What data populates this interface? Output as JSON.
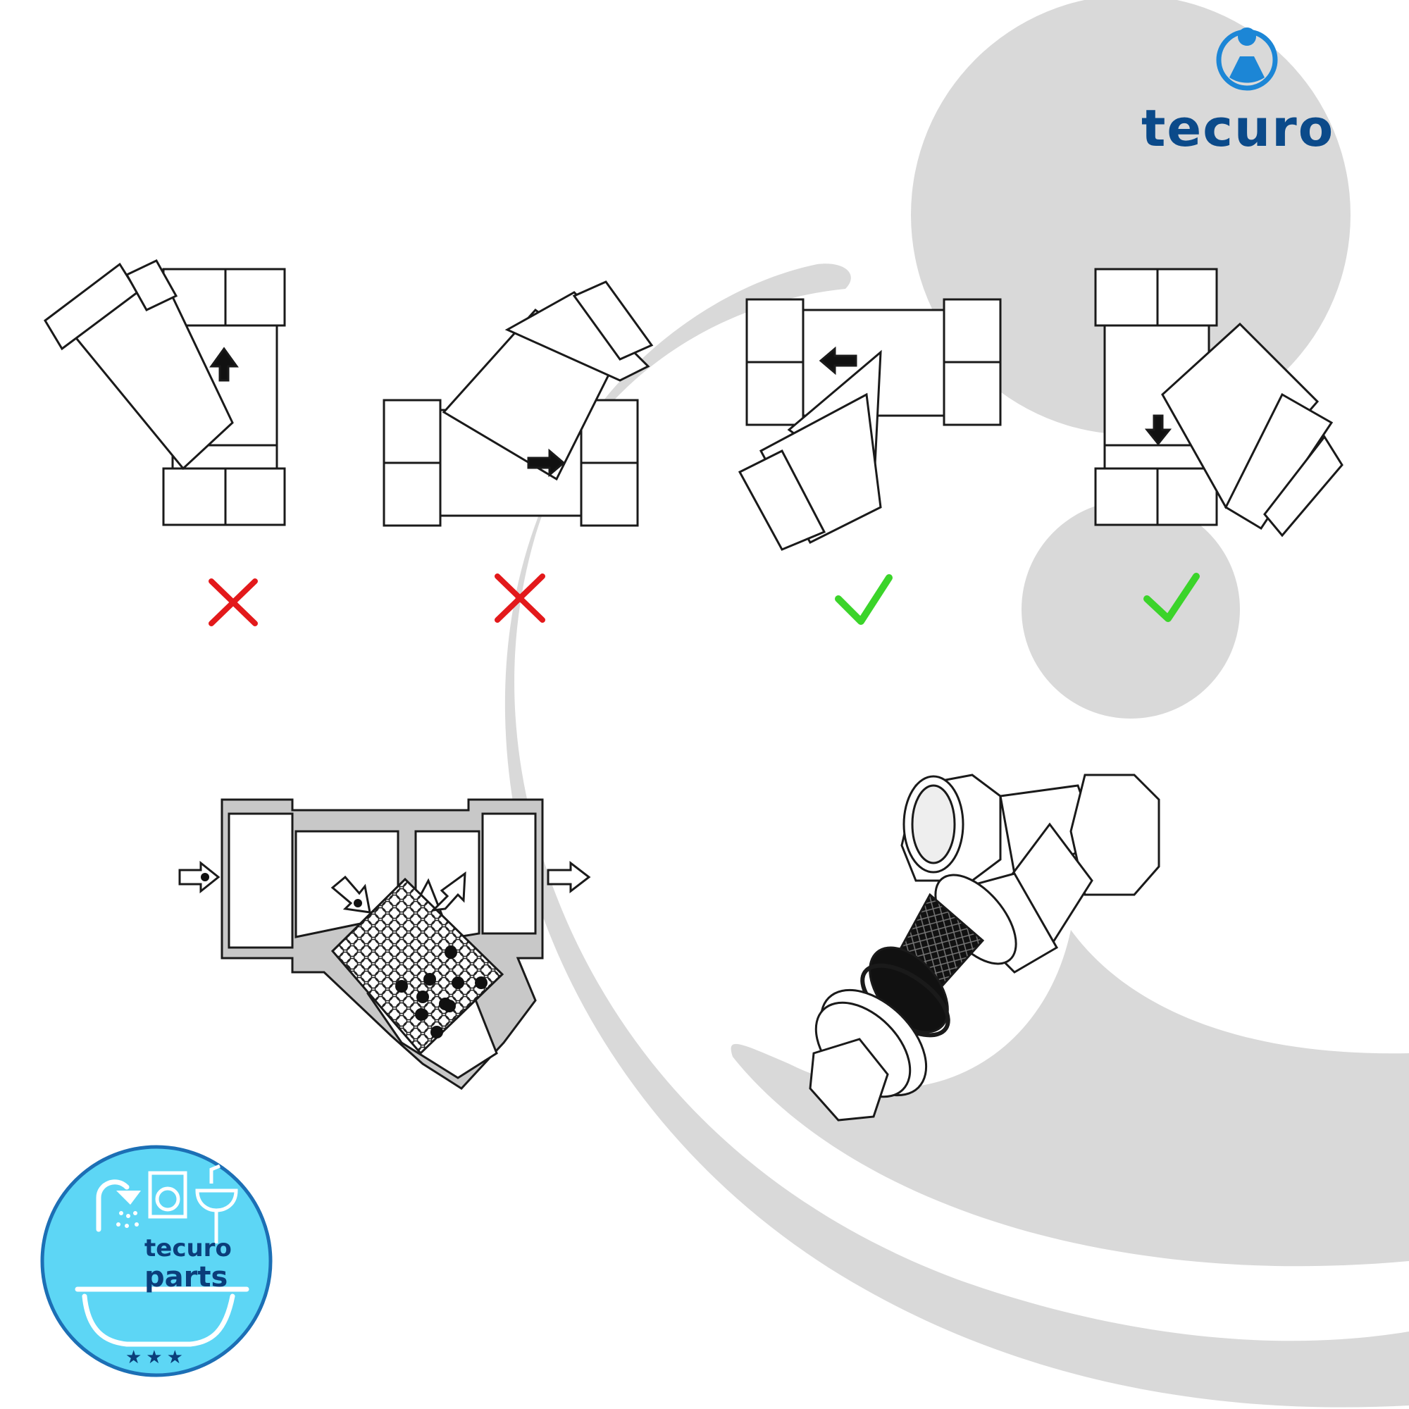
{
  "brand": {
    "name": "tecuro",
    "accent_color": "#0b4a8a",
    "logo_icon": "water-drop-person-icon"
  },
  "installation_examples": [
    {
      "orientation": "vertical flow up, strainer pointing up-left",
      "verdict": "wrong",
      "verdict_icon": "cross-icon",
      "color": "#e3191b"
    },
    {
      "orientation": "horizontal flow right, strainer pointing up",
      "verdict": "wrong",
      "verdict_icon": "cross-icon",
      "color": "#e3191b"
    },
    {
      "orientation": "horizontal flow left, strainer pointing down-left",
      "verdict": "correct",
      "verdict_icon": "check-icon",
      "color": "#3bd42a"
    },
    {
      "orientation": "vertical flow down, strainer pointing down-right",
      "verdict": "correct",
      "verdict_icon": "check-icon",
      "color": "#3bd42a"
    }
  ],
  "cross_section": {
    "description_icon": "y-strainer-cross-section-icon"
  },
  "exploded_view": {
    "description_icon": "y-strainer-exploded-icon"
  },
  "badge": {
    "line1": "tecuro",
    "line2": "parts",
    "stars": "★★★",
    "color": "#5dd6f5"
  }
}
